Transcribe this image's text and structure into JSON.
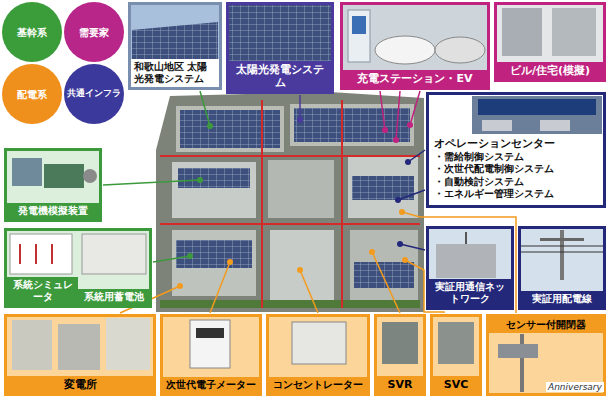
{
  "diagram": {
    "nodes": [
      {
        "text": [
          "基幹系"
        ]
      },
      {
        "text": [
          "需要家"
        ]
      },
      {
        "text": [
          "配電系"
        ]
      },
      {
        "text": [
          "共通インフラ"
        ]
      },
      {
        "text": [
          "和歌山地区 太陽光発電システム"
        ]
      },
      {
        "text": [
          "太陽光発電システム"
        ]
      },
      {
        "text": [
          "充電ステーション・EV"
        ]
      },
      {
        "text": [
          "ビル/住宅(模擬)"
        ]
      },
      {
        "text": [
          "オペレーションセンター",
          "・需給制御システム",
          "・次世代配電制御システム",
          "・自動検討システム",
          "・エネルギー管理システム"
        ]
      },
      {
        "text": [
          "発電機模擬装置"
        ]
      },
      {
        "text": [
          "系統シミュレータ",
          "系統用蓄電池"
        ]
      },
      {
        "text": [
          "実証用通信ネットワーク"
        ]
      },
      {
        "text": [
          "実証用配電線"
        ]
      },
      {
        "text": [
          "変電所"
        ]
      },
      {
        "text": [
          "次世代電子メーター"
        ]
      },
      {
        "text": [
          "コンセントレーター"
        ]
      },
      {
        "text": [
          "SVR"
        ]
      },
      {
        "text": [
          "SVC"
        ]
      },
      {
        "text": [
          "センサー付開閉器"
        ]
      }
    ],
    "labels": [
      "Anniversary"
    ]
  }
}
